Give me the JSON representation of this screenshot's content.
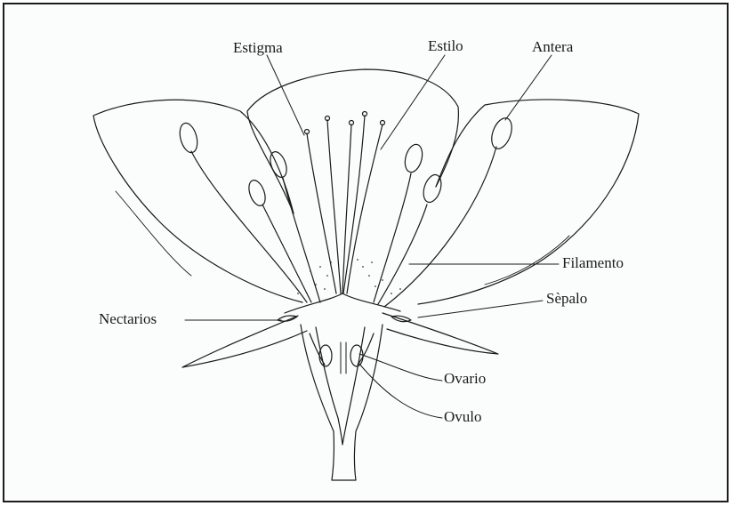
{
  "labels": {
    "estigma": "Estigma",
    "estilo": "Estilo",
    "antera": "Antera",
    "filamento": "Filamento",
    "sepalo": "Sèpalo",
    "nectarios": "Nectarios",
    "ovario": "Ovario",
    "ovulo": "Ovulo"
  },
  "colors": {
    "ink": "#1a1a1a",
    "paper": "#fbfcfc",
    "stipple": "#3a3a3a"
  }
}
